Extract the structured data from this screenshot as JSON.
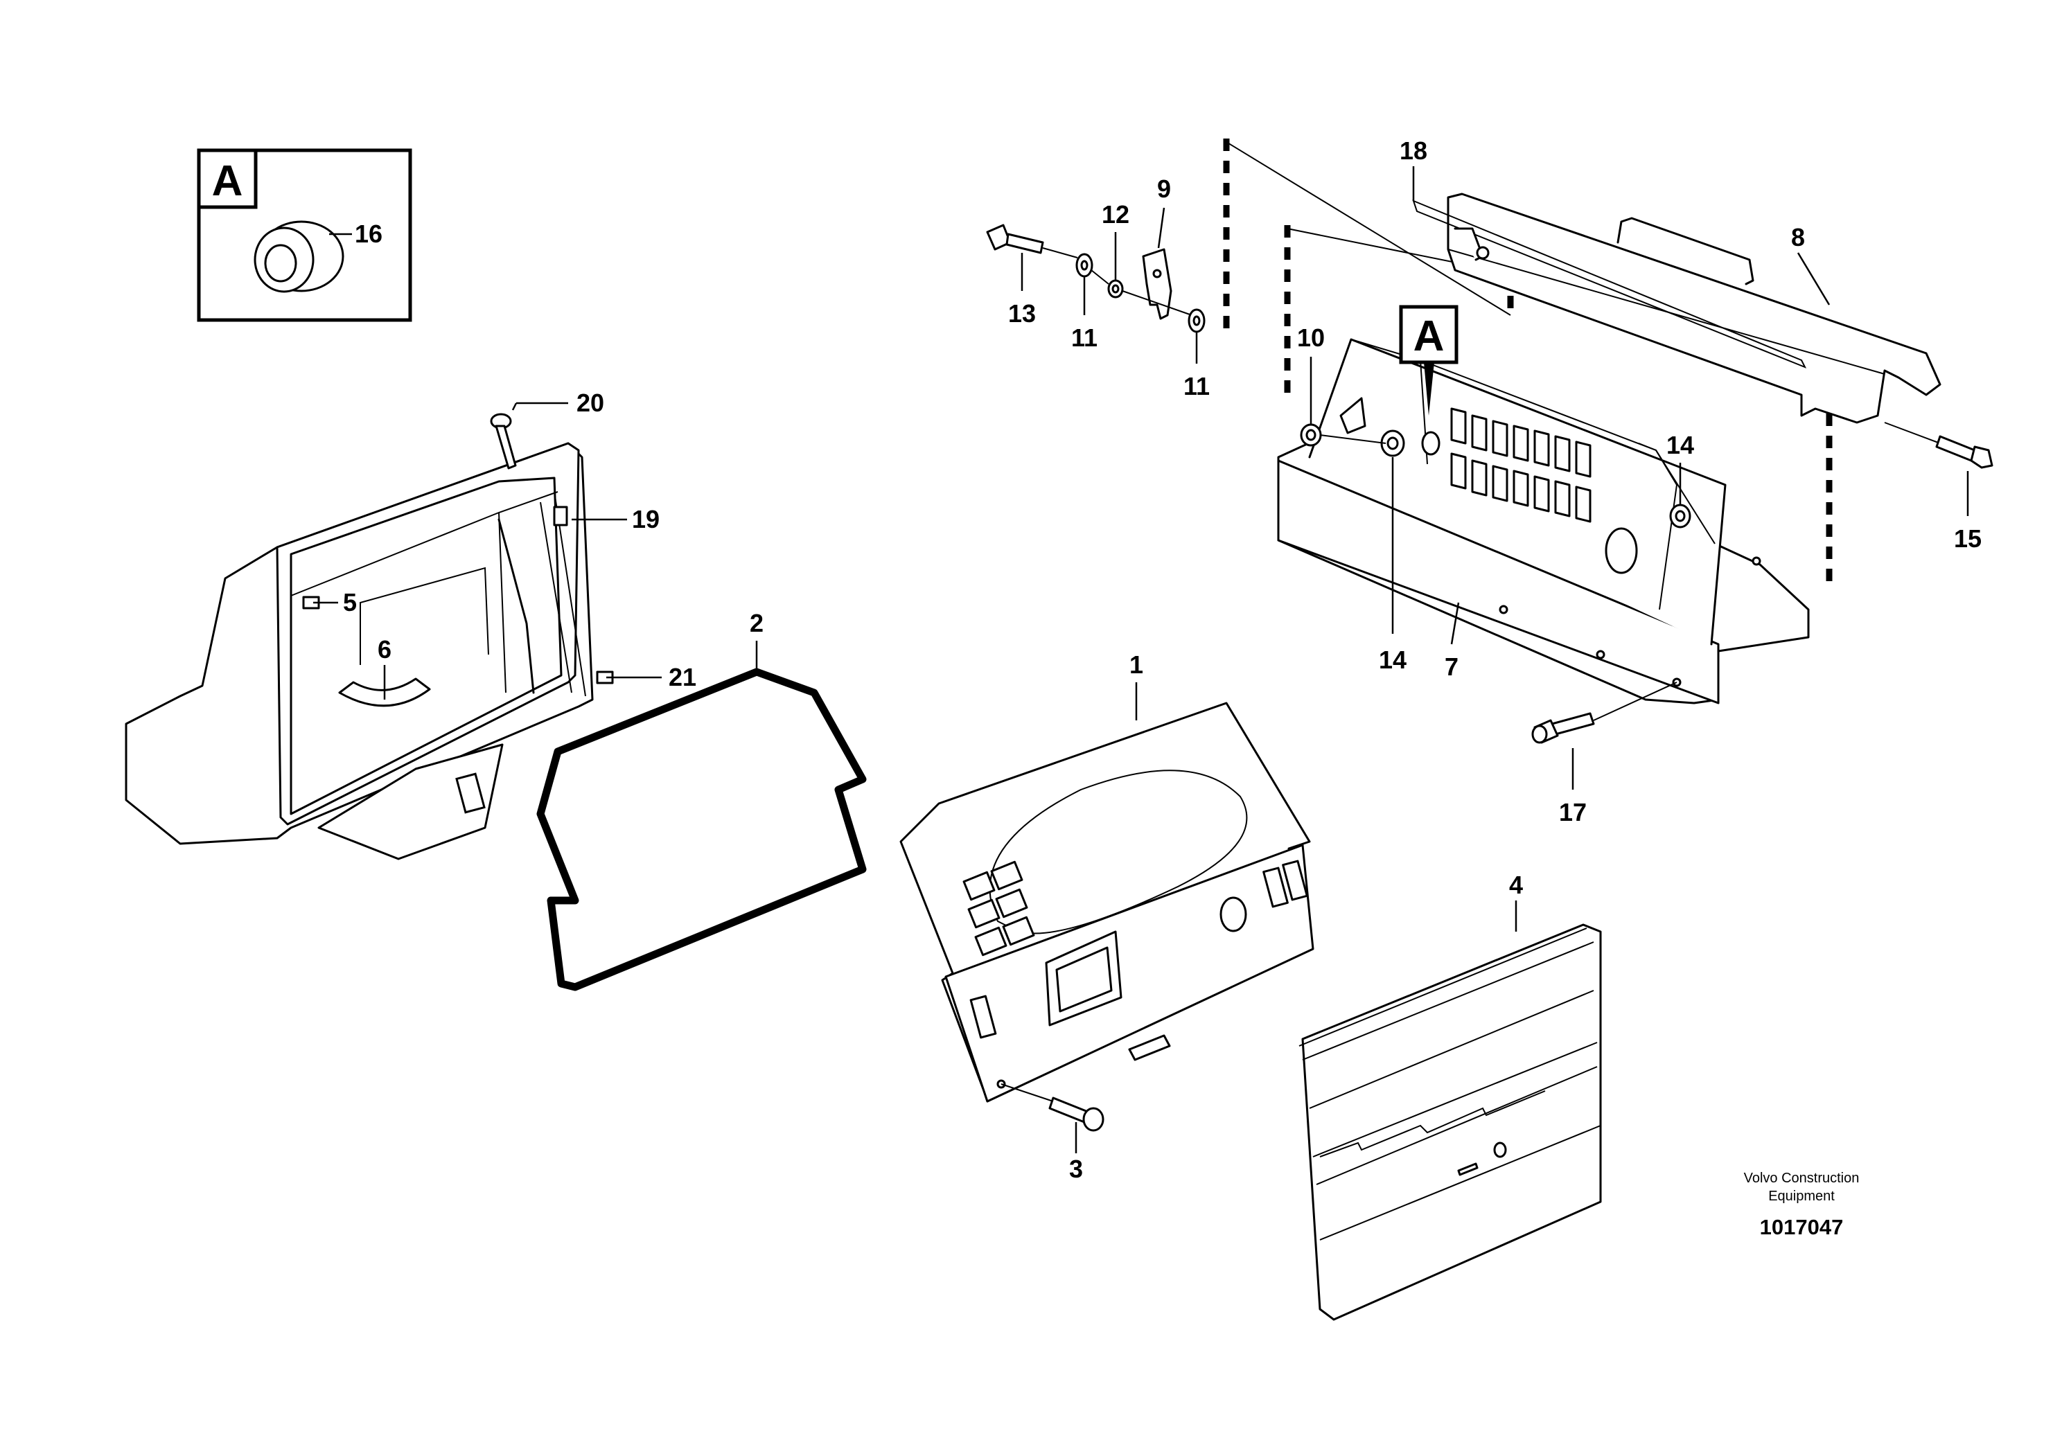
{
  "detail_box": {
    "label": "A",
    "part_number": "16"
  },
  "reference_label": "A",
  "callouts": [
    {
      "id": "c1",
      "text": "1"
    },
    {
      "id": "c2",
      "text": "2"
    },
    {
      "id": "c3",
      "text": "3"
    },
    {
      "id": "c4",
      "text": "4"
    },
    {
      "id": "c5",
      "text": "5"
    },
    {
      "id": "c6",
      "text": "6"
    },
    {
      "id": "c7",
      "text": "7"
    },
    {
      "id": "c8",
      "text": "8"
    },
    {
      "id": "c9",
      "text": "9"
    },
    {
      "id": "c10",
      "text": "10"
    },
    {
      "id": "c11a",
      "text": "11"
    },
    {
      "id": "c11b",
      "text": "11"
    },
    {
      "id": "c12",
      "text": "12"
    },
    {
      "id": "c13",
      "text": "13"
    },
    {
      "id": "c14a",
      "text": "14"
    },
    {
      "id": "c14b",
      "text": "14"
    },
    {
      "id": "c15",
      "text": "15"
    },
    {
      "id": "c17",
      "text": "17"
    },
    {
      "id": "c18",
      "text": "18"
    },
    {
      "id": "c19",
      "text": "19"
    },
    {
      "id": "c20",
      "text": "20"
    },
    {
      "id": "c21",
      "text": "21"
    }
  ],
  "credit": {
    "line1": "Volvo Construction",
    "line2": "Equipment",
    "drawing_number": "1017047"
  }
}
